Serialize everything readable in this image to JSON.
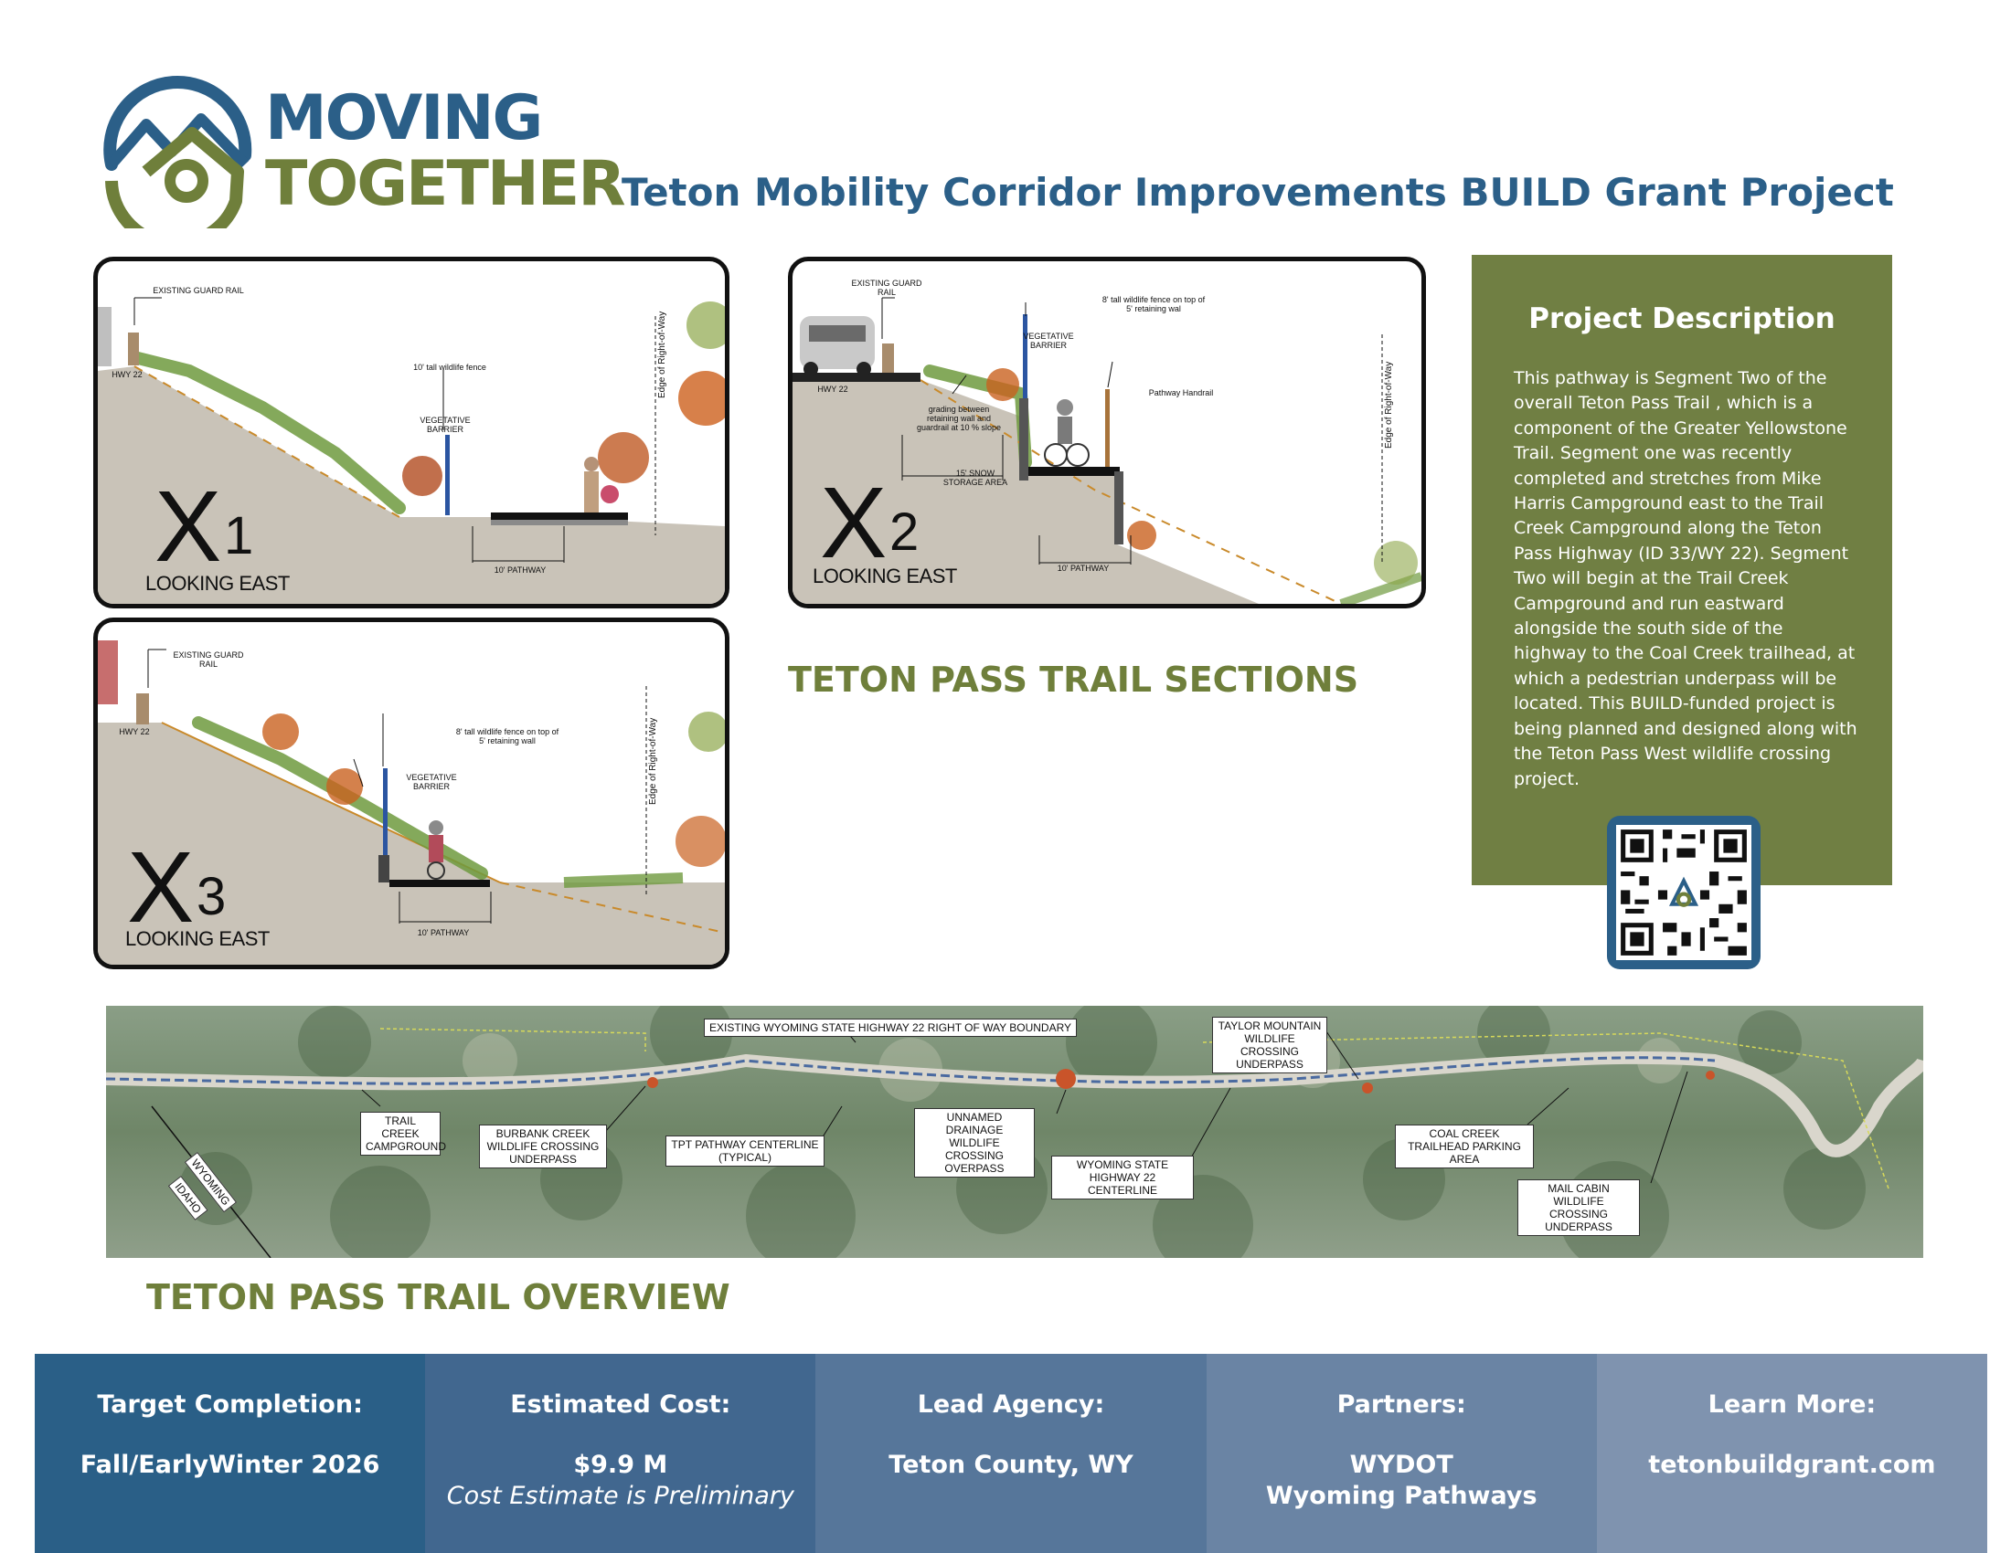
{
  "header": {
    "brand_line1": "MOVING",
    "brand_line2": "TOGETHER",
    "project_title": "Teton Mobility Corridor Improvements BUILD Grant Project"
  },
  "sections": {
    "heading": "TETON PASS TRAIL SECTIONS",
    "x1": {
      "letter": "X",
      "number": "1",
      "view": "LOOKING EAST",
      "guard_rail": "EXISTING GUARD RAIL",
      "hwy": "HWY 22",
      "fence": "10' tall wildlife fence",
      "barrier": "VEGETATIVE BARRIER",
      "pathway": "10' PATHWAY",
      "row": "Edge of Right-of-Way"
    },
    "x2": {
      "letter": "X",
      "number": "2",
      "view": "LOOKING EAST",
      "guard_rail": "EXISTING GUARD RAIL",
      "hwy": "HWY 22",
      "fence": "8' tall wildlife fence on top of 5' retaining wal",
      "barrier": "VEGETATIVE BARRIER",
      "grading": "grading between retaining wall and guardrail at 10 % slope",
      "snow": "15' SNOW STORAGE AREA",
      "handrail": "Pathway Handrail",
      "pathway": "10' PATHWAY",
      "row": "Edge of Right-of-Way"
    },
    "x3": {
      "letter": "X",
      "number": "3",
      "view": "LOOKING EAST",
      "guard_rail": "EXISTING GUARD RAIL",
      "hwy": "HWY 22",
      "fence": "8' tall wildlife fence on top of 5' retaining wall",
      "barrier": "VEGETATIVE BARRIER",
      "pathway": "10' PATHWAY",
      "row": "Edge of Right-of-Way"
    }
  },
  "description": {
    "title": "Project Description",
    "body": "This pathway is Segment Two of the overall Teton Pass Trail , which is a component of the Greater Yellowstone Trail.  Segment one was recently completed and stretches from Mike Harris Campground east to the Trail Creek Campground along the Teton Pass Highway (ID 33/WY 22). Segment Two will begin at the Trail Creek Campground and run eastward alongside the south side of the highway to the Coal Creek trailhead, at which a pedestrian underpass will be located.  This BUILD-funded project is being planned and designed along with the Teton Pass West wildlife crossing project."
  },
  "overview": {
    "heading": "TETON PASS TRAIL OVERVIEW",
    "labels": {
      "existing_row": "EXISTING WYOMING STATE HIGHWAY 22 RIGHT OF WAY BOUNDARY",
      "taylor": "TAYLOR MOUNTAIN WILDLIFE CROSSING UNDERPASS",
      "trail_creek": "TRAIL CREEK CAMPGROUND",
      "burbank": "BURBANK CREEK WILDLIFE CROSSING UNDERPASS",
      "tpt": "TPT PATHWAY CENTERLINE (TYPICAL)",
      "unnamed": "UNNAMED DRAINAGE WILDLIFE CROSSING OVERPASS",
      "wy_centerline": "WYOMING STATE HIGHWAY 22 CENTERLINE",
      "coal_creek": "COAL CREEK TRAILHEAD PARKING AREA",
      "mail_cabin": "MAIL CABIN WILDLIFE CROSSING UNDERPASS",
      "wyoming": "WYOMING",
      "idaho": "IDAHO"
    }
  },
  "footer": {
    "completion_label": "Target Completion:",
    "completion_value": "Fall/EarlyWinter 2026",
    "cost_label": "Estimated Cost:",
    "cost_value": "$9.9 M",
    "cost_note": "Cost Estimate is Preliminary",
    "agency_label": "Lead Agency:",
    "agency_value": "Teton County, WY",
    "partners_label": "Partners:",
    "partner_1": "WYDOT",
    "partner_2": "Wyoming Pathways",
    "learn_label": "Learn More:",
    "learn_value": "tetonbuildgrant.com"
  },
  "colors": {
    "brand_blue": "#2b5f88",
    "brand_green": "#6f7f3b",
    "description_bg": "#707f43",
    "footer_1": "#2a5f87",
    "footer_2": "#41678f",
    "footer_3": "#56769a",
    "footer_4": "#6a84a4",
    "footer_5": "#7f93af"
  },
  "icons": [
    "moving-together-logo",
    "qr-code",
    "car-icon",
    "person-icon",
    "cyclist-icon"
  ]
}
